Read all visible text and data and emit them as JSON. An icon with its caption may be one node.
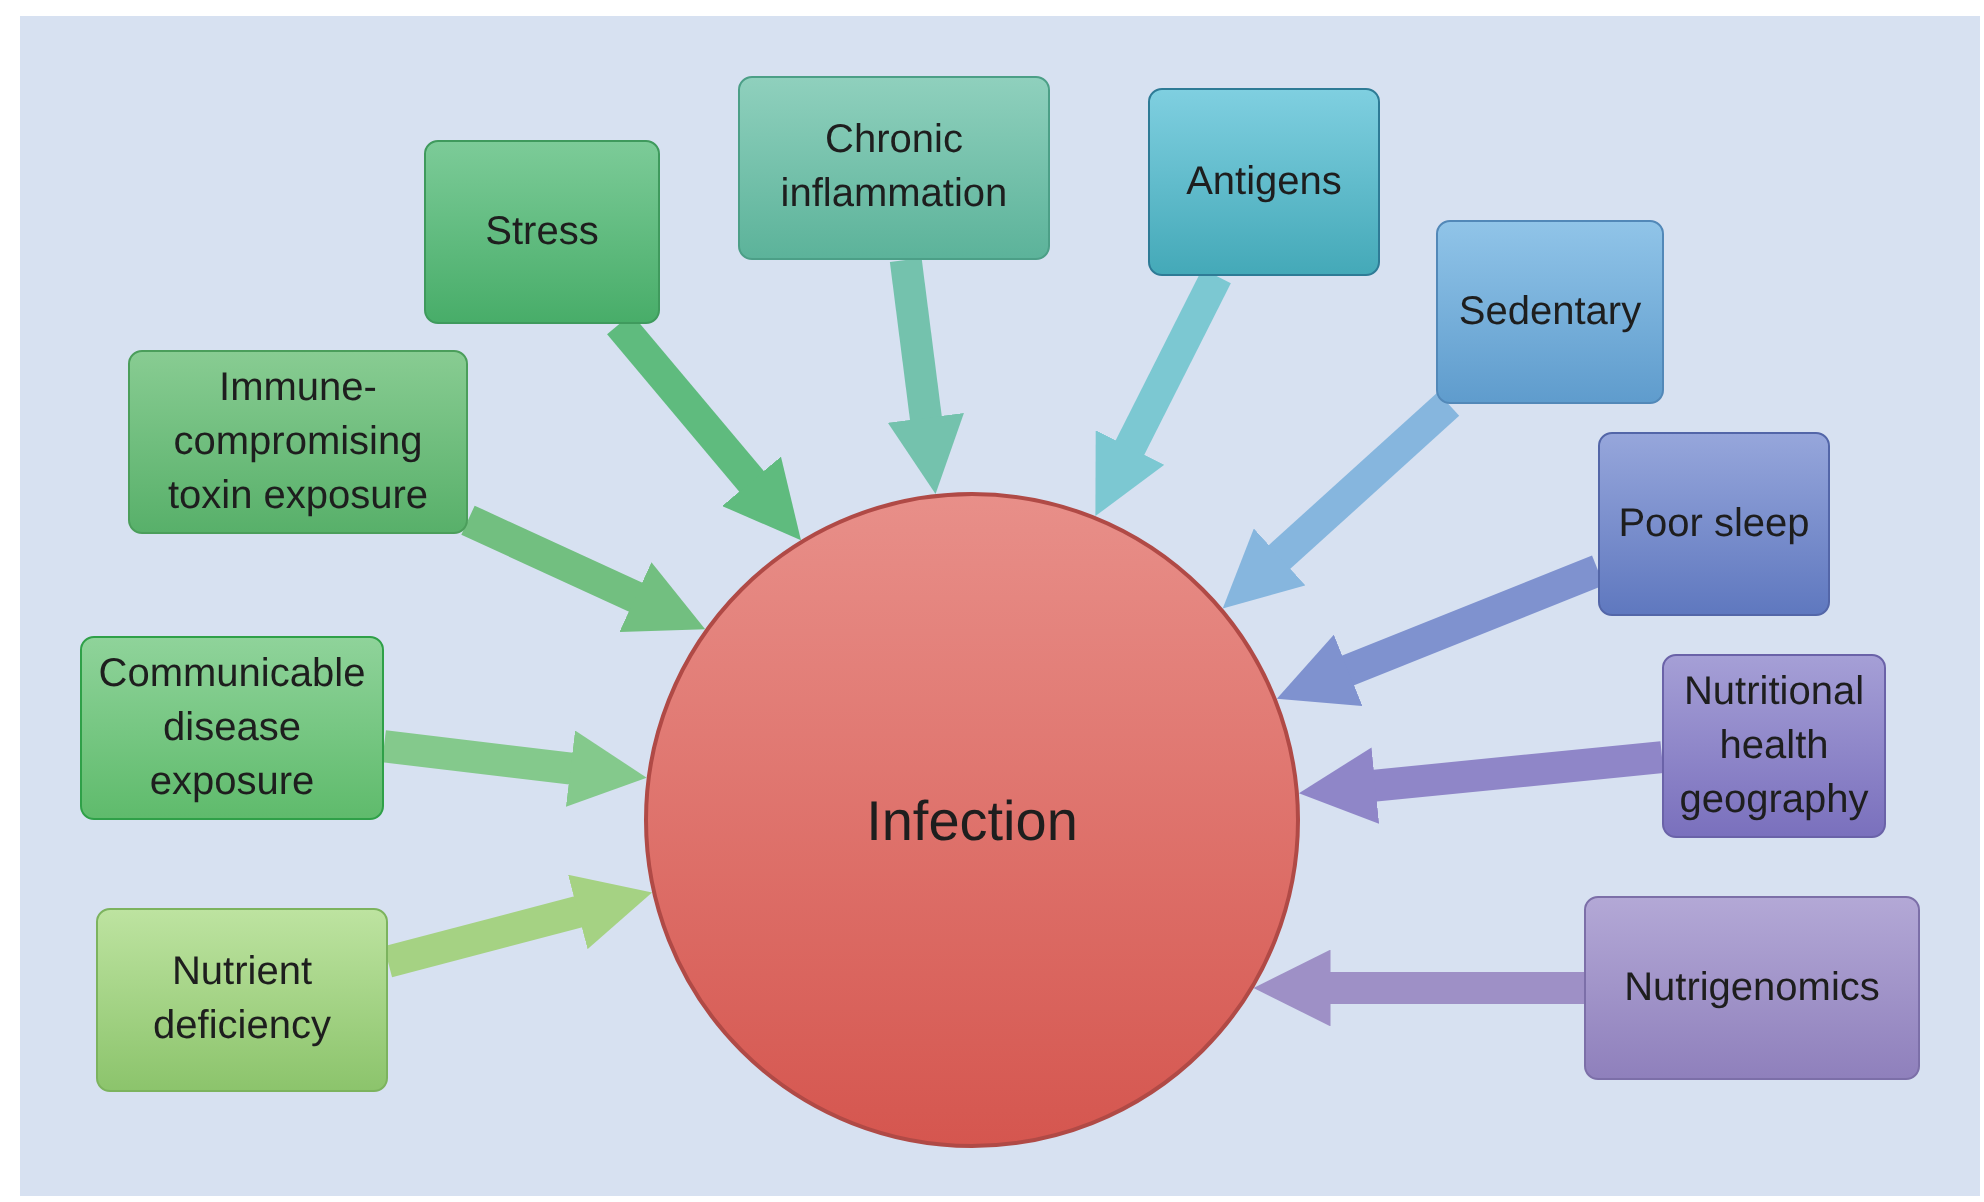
{
  "diagram": {
    "nodes": [
      {
        "text": [
          "Stress"
        ]
      },
      {
        "text": [
          "Chronic inflammation"
        ]
      },
      {
        "text": [
          "Antigens"
        ]
      },
      {
        "text": [
          "Sedentary"
        ]
      },
      {
        "text": [
          "Immune-compromising toxin exposure"
        ]
      },
      {
        "text": [
          "Poor sleep"
        ]
      },
      {
        "text": [
          "Communicable disease exposure"
        ]
      },
      {
        "text": [
          "Nutritional health geography"
        ]
      },
      {
        "text": [
          "Infection"
        ]
      },
      {
        "text": [
          "Nutrient deficiency"
        ]
      },
      {
        "text": [
          "Nutrigenomics"
        ]
      }
    ],
    "edges": [
      {
        "from": 0,
        "to": 8,
        "arrow": "to",
        "color": "#5fbb7e"
      },
      {
        "from": 1,
        "to": 8,
        "arrow": "to",
        "color": "#74c2ad"
      },
      {
        "from": 2,
        "to": 8,
        "arrow": "to",
        "color": "#7cc8d2"
      },
      {
        "from": 3,
        "to": 8,
        "arrow": "to",
        "color": "#86b6de"
      },
      {
        "from": 4,
        "to": 8,
        "arrow": "to",
        "color": "#72bf80"
      },
      {
        "from": 5,
        "to": 8,
        "arrow": "to",
        "color": "#7f92cf"
      },
      {
        "from": 6,
        "to": 8,
        "arrow": "to",
        "color": "#84c98c"
      },
      {
        "from": 7,
        "to": 8,
        "arrow": "to",
        "color": "#8f86c8"
      },
      {
        "from": 9,
        "to": 8,
        "arrow": "to",
        "color": "#a5d283"
      },
      {
        "from": 10,
        "to": 8,
        "arrow": "to",
        "color": "#9e90c6"
      }
    ]
  }
}
